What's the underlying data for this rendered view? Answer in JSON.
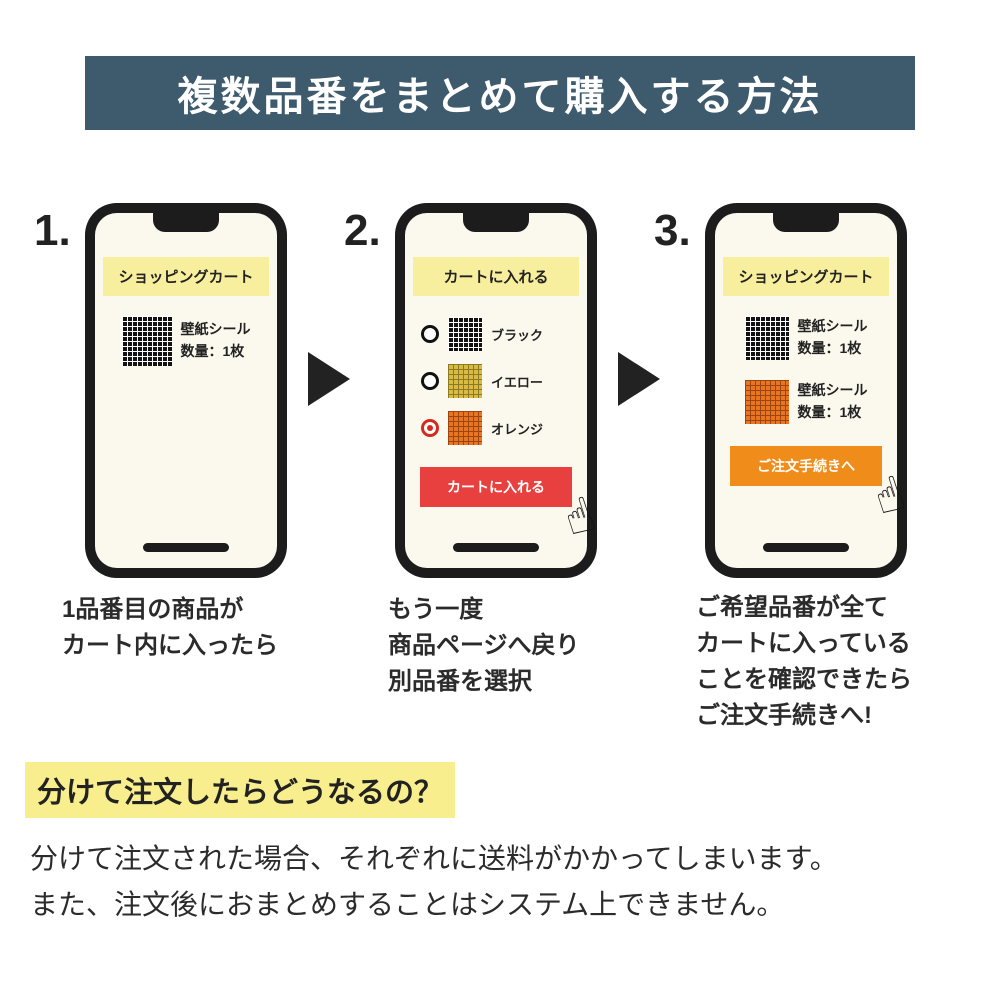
{
  "header": {
    "title": "複数品番をまとめて購入する方法"
  },
  "colors": {
    "header_bg": "#3e5a6d",
    "screen_banner_yellow": "#f8ef9e",
    "screen_bg": "#fbf8ee",
    "add_to_cart_red": "#e8403e",
    "checkout_orange": "#f08c1a",
    "radio_selected_red": "#d42a20",
    "highlight_yellow": "#f8ee8e"
  },
  "steps": [
    {
      "number": "1.",
      "screen_banner": "ショッピングカート",
      "items": [
        {
          "name": "壁紙シール",
          "qty": "数量：1枚"
        }
      ],
      "caption": [
        "1品番目の商品が",
        "カート内に入ったら"
      ]
    },
    {
      "number": "2.",
      "screen_banner": "カートに入れる",
      "options": [
        {
          "label": "ブラック",
          "selected": false
        },
        {
          "label": "イエロー",
          "selected": false
        },
        {
          "label": "オレンジ",
          "selected": true
        }
      ],
      "button": "カートに入れる",
      "caption": [
        "もう一度",
        "商品ページへ戻り",
        "別品番を選択"
      ]
    },
    {
      "number": "3.",
      "screen_banner": "ショッピングカート",
      "items": [
        {
          "name": "壁紙シール",
          "qty": "数量：1枚"
        },
        {
          "name": "壁紙シール",
          "qty": "数量：1枚"
        }
      ],
      "button": "ご注文手続きへ",
      "caption": [
        "ご希望品番が全て",
        "カートに入っている",
        "ことを確認できたら",
        "ご注文手続きへ!"
      ]
    }
  ],
  "icons": {
    "hand_pointer": "☝",
    "arrow_right": "▶"
  },
  "footer": {
    "heading": "分けて注文したらどうなるの？",
    "body": [
      "分けて注文された場合、それぞれに送料がかかってしまいます。",
      "また、注文後におまとめすることはシステム上できません。"
    ]
  }
}
